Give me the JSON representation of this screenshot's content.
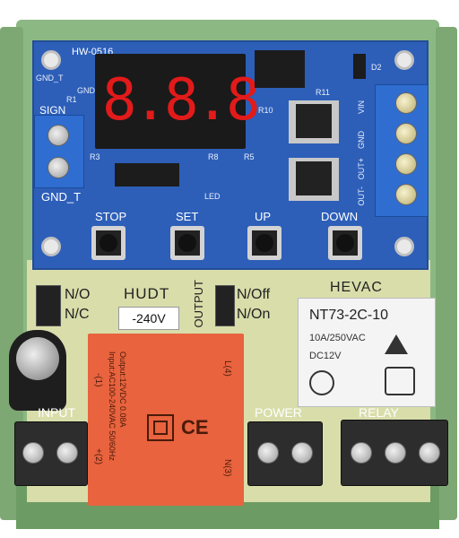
{
  "display": {
    "digits": "8.8.8"
  },
  "control_board": {
    "model_label": "HW-0516",
    "gnd_t_top": "GND_T",
    "gnd": "GND",
    "sign": "SIGN",
    "gnd_t_bottom": "GND_T",
    "buttons": {
      "stop": "STOP",
      "set": "SET",
      "up": "UP",
      "down": "DOWN"
    },
    "terminal_labels": {
      "vin": "VIN",
      "gnd": "GND",
      "out_plus": "OUT+",
      "out_minus": "OUT-"
    },
    "silk_refs": {
      "r10": "R10",
      "r11": "R11",
      "d2": "D2",
      "r3": "R3",
      "r5": "R5",
      "led": "LED",
      "r8": "R8",
      "r1": "R1"
    }
  },
  "power_board": {
    "no": "N/O",
    "nc": "N/C",
    "hudt": "HUDT",
    "voltage": "-240V",
    "output": "OUTPUT",
    "n_off": "N/Off",
    "n_on": "N/On",
    "hevac": "HEVAC",
    "input": "INPUT",
    "power": "POWER",
    "relay_label": "RELAY",
    "psu": {
      "input_line": "Input:AC100-240VAC 50/60Hz",
      "output_line": "Output:12VDC 0.08A",
      "pin_l4": "L(4)",
      "pin_n3": "N(3)",
      "pin_m1": "-(1)",
      "pin_p2": "+(2)"
    }
  },
  "relay": {
    "model": "NT73-2C-10",
    "rating": "10A/250VAC",
    "coil": "DC12V"
  },
  "colors": {
    "board_blue": "#2d5fb9",
    "enclosure_green": "#8bb883",
    "segment_red": "#e31a1a",
    "psu_orange": "#e8633e"
  }
}
